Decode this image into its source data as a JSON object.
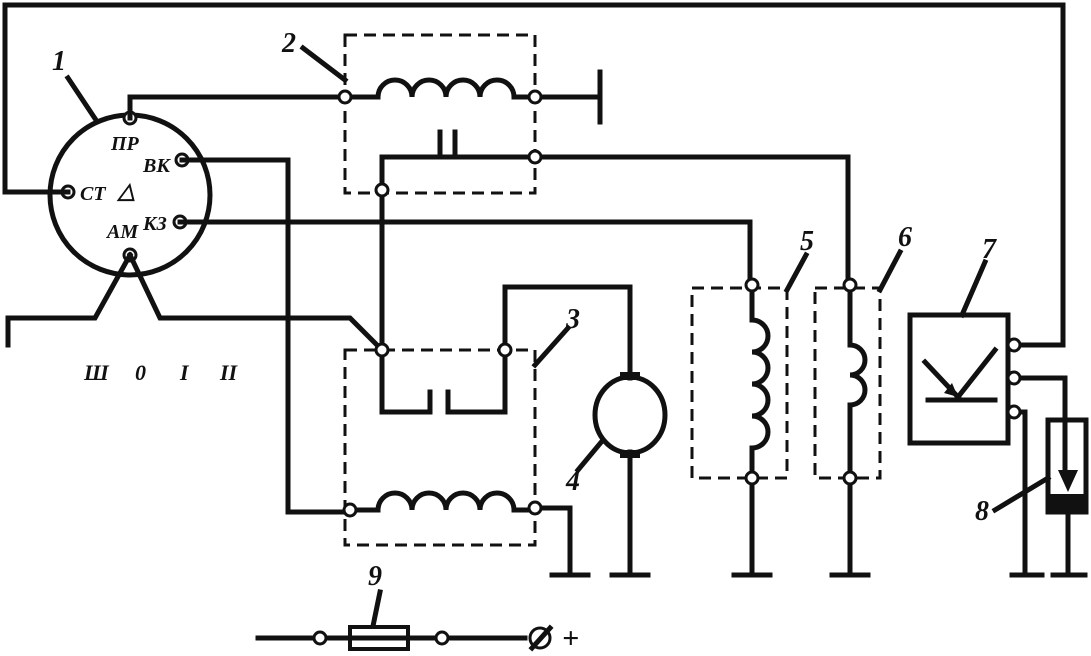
{
  "switch": {
    "number": "1",
    "terminals": {
      "pr": "ПР",
      "st": "СТ",
      "vk": "ВК",
      "kz": "КЗ",
      "am": "АМ"
    },
    "symbol": "△",
    "positions": [
      "Ш",
      "0",
      "I",
      "II"
    ]
  },
  "components": {
    "relay_top": "2",
    "relay_bottom": "3",
    "motor": "4",
    "coil_5": "5",
    "coil_6": "6",
    "meter": "7",
    "sensor": "8",
    "fuse": "9"
  },
  "supply_sign": "+"
}
